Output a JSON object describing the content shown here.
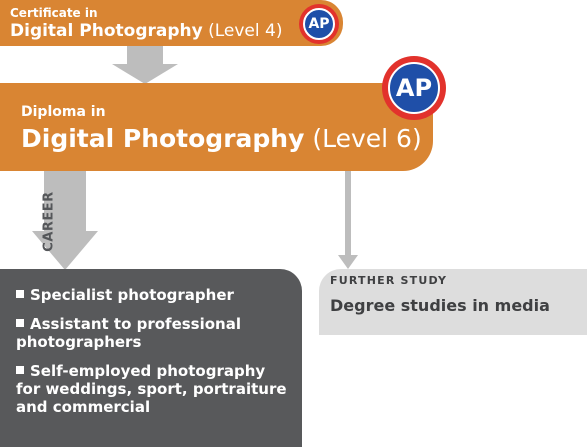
{
  "certificate": {
    "line1": "Certificate in",
    "title_bold": "Digital Photography",
    "title_level": "(Level 4)",
    "badge": "AP"
  },
  "diploma": {
    "line1": "Diploma in",
    "title_bold": "Digital Photography",
    "title_level": "(Level 6)",
    "badge": "AP"
  },
  "career": {
    "label": "CAREER",
    "items": [
      "Specialist photographer",
      "Assistant to professional photographers",
      "Self-employed photography for weddings, sport, portraiture and commercial"
    ]
  },
  "further_study": {
    "title": "FURTHER STUDY",
    "item": "Degree studies in media"
  },
  "colors": {
    "orange": "#d98533",
    "dark_grey": "#58595b",
    "light_grey": "#dddddd",
    "arrow_grey": "#bdbdbd",
    "badge_red": "#e2322c",
    "badge_blue": "#1f4fa8"
  }
}
